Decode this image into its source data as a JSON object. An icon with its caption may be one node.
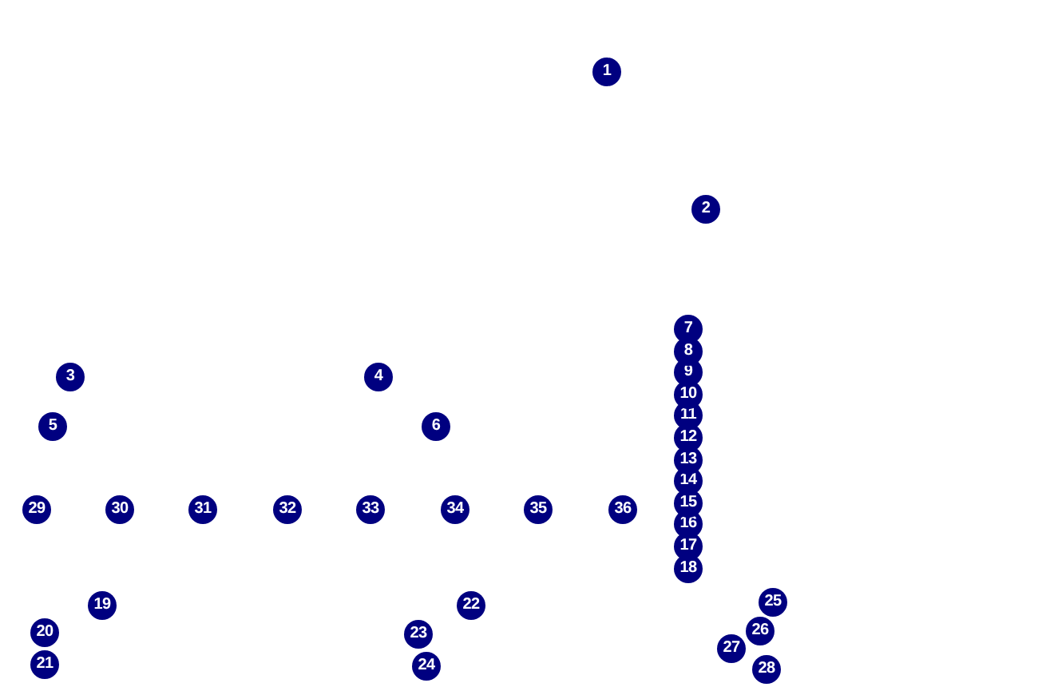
{
  "diagram": {
    "labels": [
      "1",
      "2",
      "3",
      "4",
      "5",
      "6",
      "7",
      "8",
      "9",
      "10",
      "11",
      "12",
      "13",
      "14",
      "15",
      "16",
      "17",
      "18",
      "19",
      "20",
      "21",
      "22",
      "23",
      "24",
      "25",
      "26",
      "27",
      "28",
      "29",
      "30",
      "31",
      "32",
      "33",
      "34",
      "35",
      "36"
    ]
  }
}
